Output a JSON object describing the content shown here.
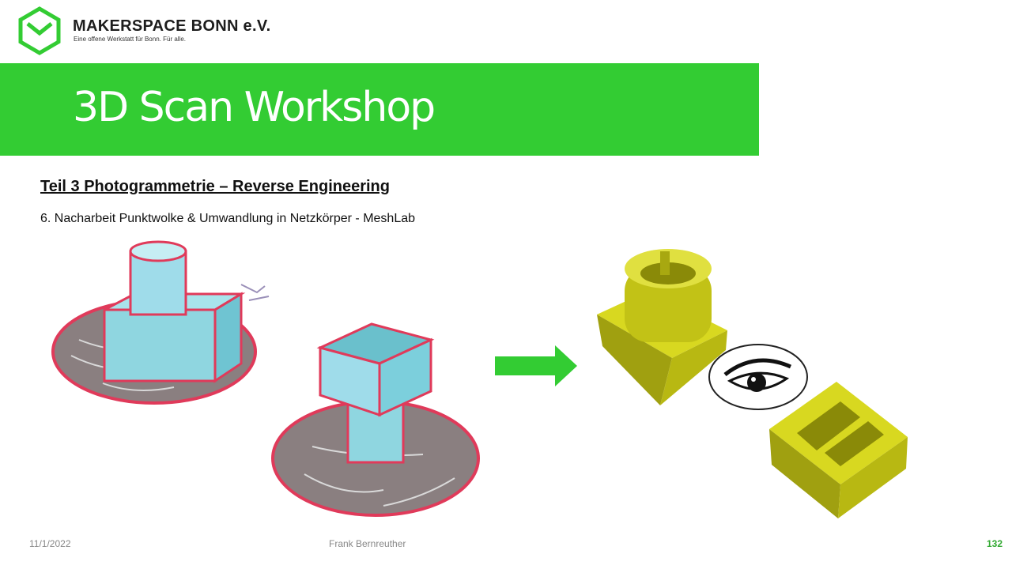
{
  "header": {
    "org_name": "MAKERSPACE BONN e.V.",
    "org_tagline": "Eine offene Werkstatt für Bonn. Für alle."
  },
  "slide": {
    "title": "3D Scan Workshop",
    "subtitle": "Teil 3  Photogrammetrie  – Reverse Engineering",
    "step": "6. Nacharbeit Punktwolke & Umwandlung in Netzkörper - MeshLab"
  },
  "footer": {
    "date": "11/1/2022",
    "author": "Frank Bernreuther",
    "page": "132"
  },
  "colors": {
    "accent": "#33cc33",
    "mesh": "#c8c814"
  }
}
